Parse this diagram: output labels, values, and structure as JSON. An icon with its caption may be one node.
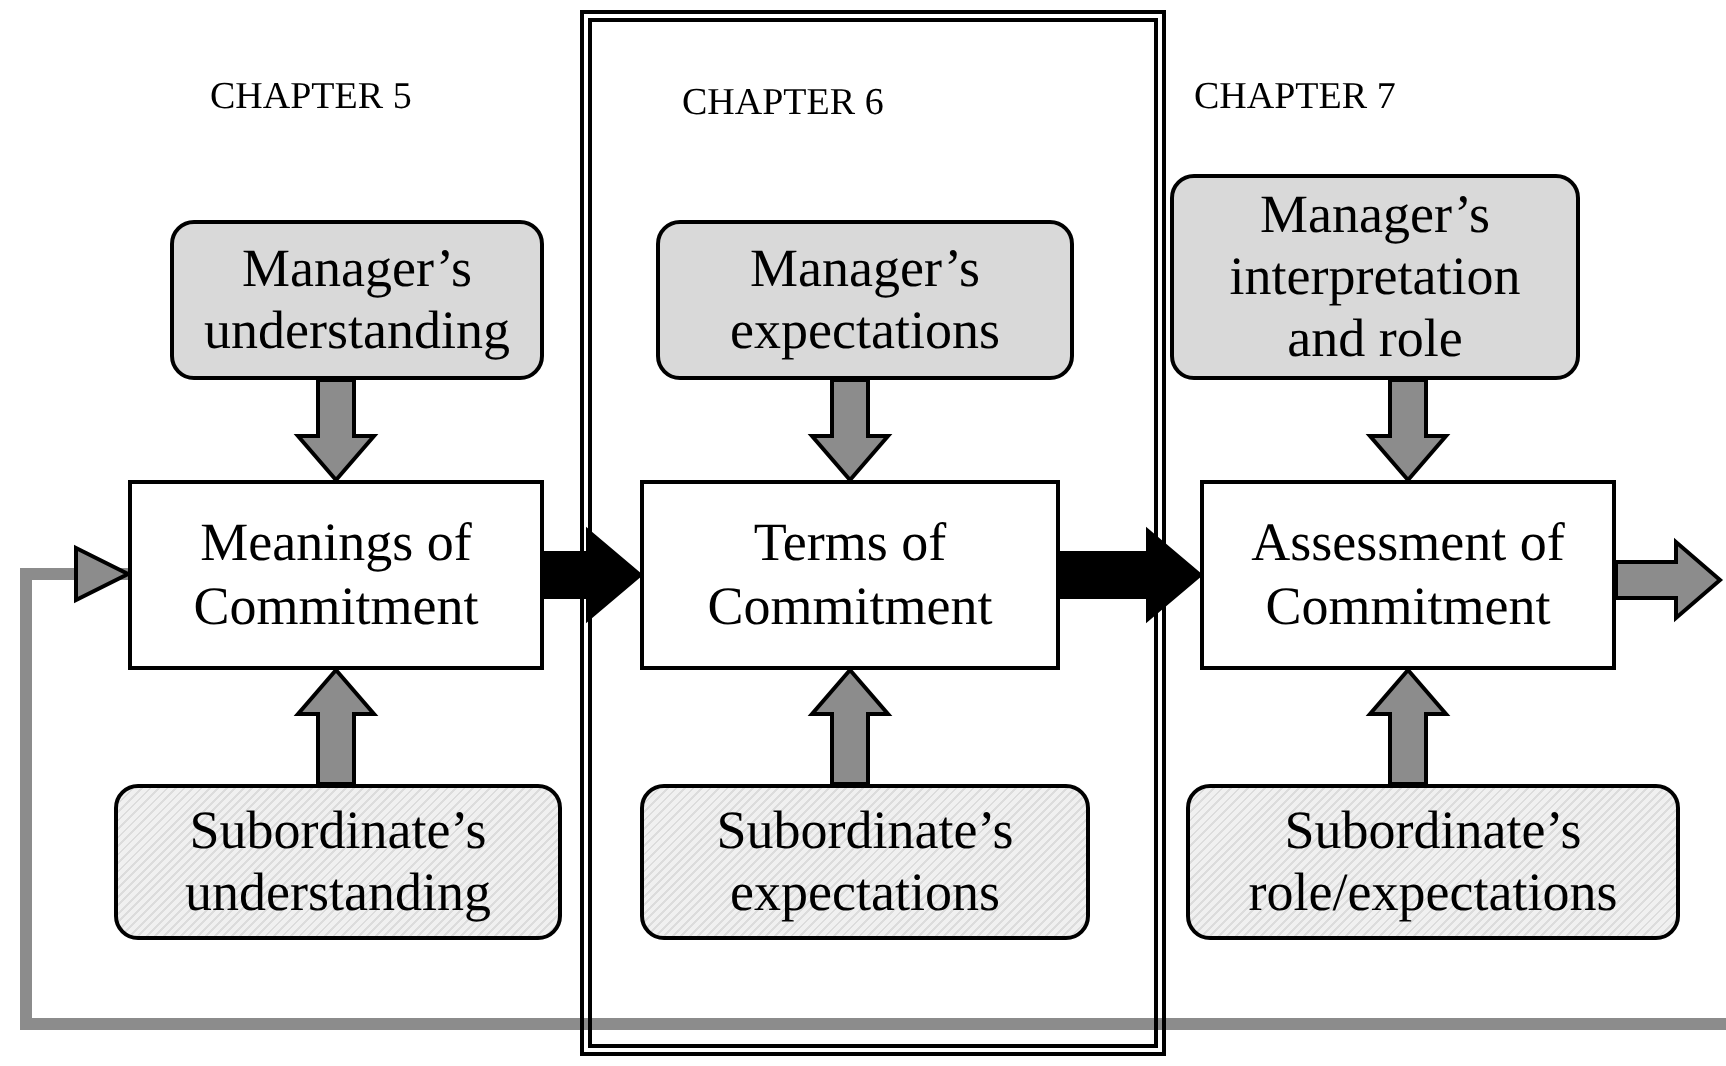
{
  "diagram": {
    "nodes": [
      {
        "text": [
          "Manager’s understanding"
        ]
      },
      {
        "text": [
          "Meanings of Commitment"
        ]
      },
      {
        "text": [
          "Subordinate’s understanding"
        ]
      },
      {
        "text": [
          "CHAPTER 6"
        ]
      },
      {
        "text": [
          "Manager’s expectations"
        ],
        "in": 3
      },
      {
        "text": [
          "Terms of Commitment"
        ],
        "in": 3
      },
      {
        "text": [
          "Subordinate’s expectations"
        ],
        "in": 3
      },
      {
        "text": [
          "Manager’s interpretation and role"
        ]
      },
      {
        "text": [
          "Assessment of Commitment"
        ]
      },
      {
        "text": [
          "Subordinate’s role/expectations"
        ]
      }
    ],
    "edges": [
      {
        "from": 0,
        "to": 1,
        "arrow": "to",
        "style": "thick"
      },
      {
        "from": 2,
        "to": 1,
        "arrow": "to",
        "style": "thick"
      },
      {
        "from": 1,
        "to": 5,
        "arrow": "to",
        "style": "thick",
        "color": "#000000"
      },
      {
        "from": 4,
        "to": 5,
        "arrow": "to",
        "style": "thick"
      },
      {
        "from": 6,
        "to": 5,
        "arrow": "to",
        "style": "thick"
      },
      {
        "from": 5,
        "to": 8,
        "arrow": "to",
        "style": "thick",
        "color": "#000000"
      },
      {
        "from": 7,
        "to": 8,
        "arrow": "to",
        "style": "thick"
      },
      {
        "from": 9,
        "to": 8,
        "arrow": "to",
        "style": "thick"
      },
      {
        "from": 8,
        "to": null,
        "arrow": "to",
        "style": "thick"
      },
      {
        "from": null,
        "to": 1,
        "arrow": "to"
      }
    ],
    "labels": [
      "CHAPTER 5",
      "CHAPTER 7"
    ]
  }
}
